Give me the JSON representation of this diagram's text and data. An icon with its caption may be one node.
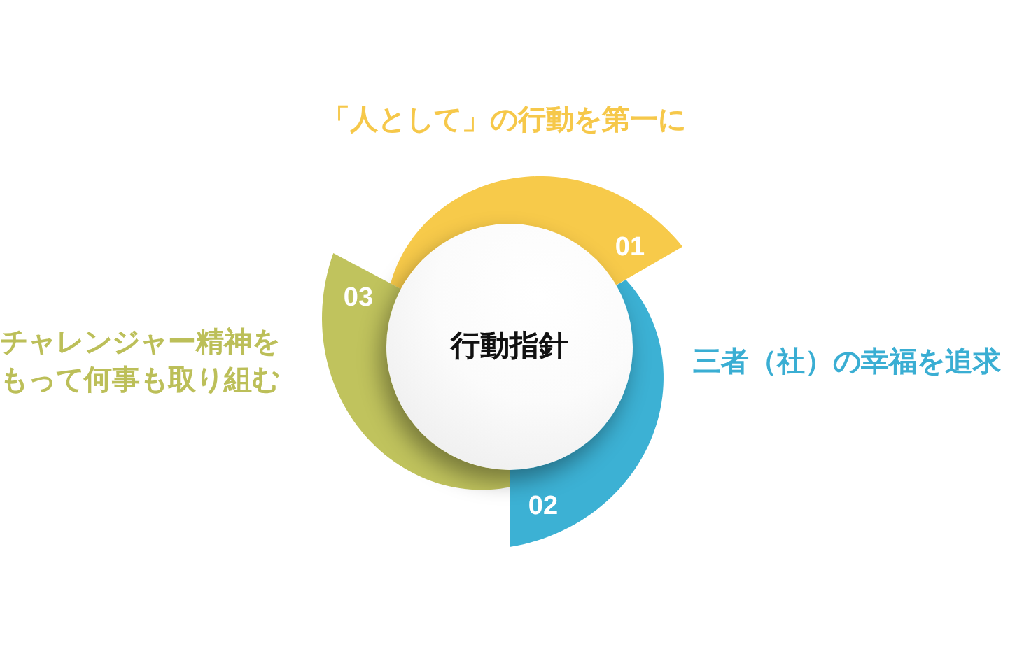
{
  "diagram": {
    "nodes": [
      {
        "text": [
          "行動指針"
        ]
      },
      {
        "text": [
          "01"
        ],
        "beside": [
          "「人として」の行動を第一に"
        ]
      },
      {
        "text": [
          "02"
        ],
        "beside": [
          "三者（社）の幸福を追求"
        ]
      },
      {
        "text": [
          "03"
        ],
        "beside": [
          "チャレンジャー精神をもって何事も取り組む"
        ]
      }
    ]
  }
}
